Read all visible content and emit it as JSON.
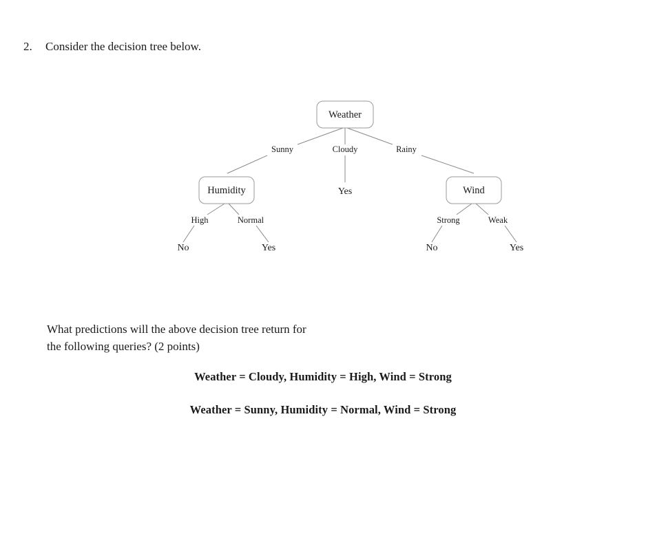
{
  "question": {
    "number": "2.",
    "text": "Consider the decision tree below."
  },
  "tree": {
    "root": {
      "label": "Weather"
    },
    "nodes": [
      {
        "id": "weather",
        "label": "Weather",
        "type": "decision"
      },
      {
        "id": "humidity",
        "label": "Humidity",
        "type": "decision"
      },
      {
        "id": "wind",
        "label": "Wind",
        "type": "decision"
      }
    ],
    "edges": [
      {
        "from": "weather",
        "to": "humidity",
        "label": "Sunny"
      },
      {
        "from": "weather",
        "to": "yes-cloudy",
        "label": "Cloudy"
      },
      {
        "from": "weather",
        "to": "wind",
        "label": "Rainy"
      },
      {
        "from": "humidity",
        "to": "no-high",
        "label": "High"
      },
      {
        "from": "humidity",
        "to": "yes-normal",
        "label": "Normal"
      },
      {
        "from": "wind",
        "to": "no-strong",
        "label": "Strong"
      },
      {
        "from": "wind",
        "to": "yes-weak",
        "label": "Weak"
      }
    ],
    "leaves": [
      {
        "id": "yes-cloudy",
        "label": "Yes"
      },
      {
        "id": "no-high",
        "label": "No"
      },
      {
        "id": "yes-normal",
        "label": "Yes"
      },
      {
        "id": "no-strong",
        "label": "No"
      },
      {
        "id": "yes-weak",
        "label": "Yes"
      }
    ],
    "edge_labels": {
      "sunny": "Sunny",
      "cloudy": "Cloudy",
      "rainy": "Rainy",
      "high": "High",
      "normal": "Normal",
      "strong": "Strong",
      "weak": "Weak"
    },
    "leaf_labels": {
      "cloudy_result": "Yes",
      "high_result": "No",
      "normal_result": "Yes",
      "strong_result": "No",
      "weak_result": "Yes"
    },
    "node_labels": {
      "weather": "Weather",
      "humidity": "Humidity",
      "wind": "Wind"
    },
    "colors": {
      "line": "#8a8a8a",
      "box_border": "#9a9a9a",
      "text": "#1a1a1a",
      "background": "#ffffff"
    }
  },
  "prompt": {
    "line1": "What predictions will the above decision tree return for",
    "line2": "the following queries? (2 points)"
  },
  "queries": [
    "Weather = Cloudy, Humidity = High, Wind = Strong",
    "Weather = Sunny, Humidity = Normal, Wind = Strong"
  ]
}
